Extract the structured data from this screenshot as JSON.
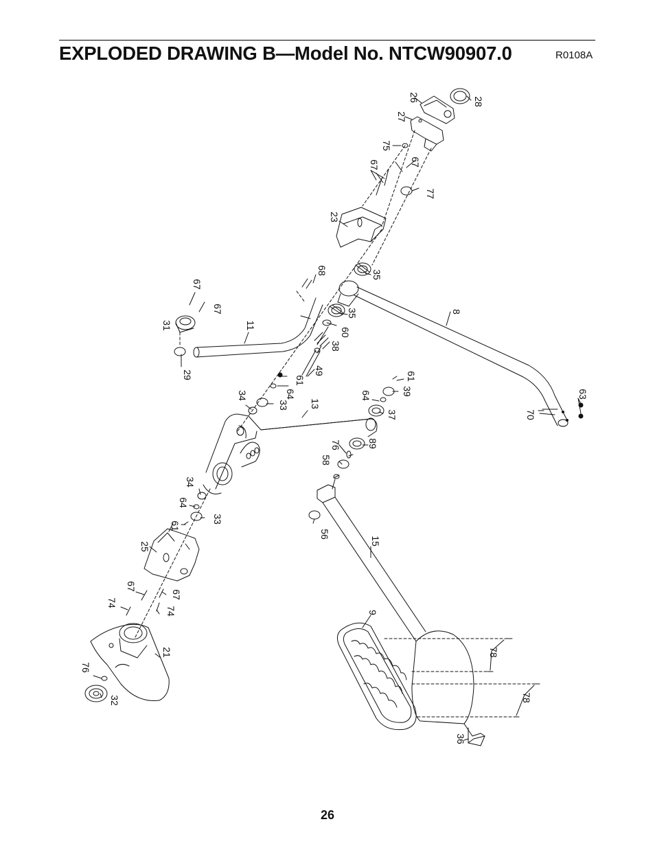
{
  "header": {
    "title": "EXPLODED DRAWING B—Model No. NTCW90907.0",
    "code": "R0108A"
  },
  "page_number": "26",
  "labels": [
    "26",
    "28",
    "27",
    "75",
    "67",
    "67",
    "77",
    "23",
    "68",
    "35",
    "67",
    "67",
    "31",
    "11",
    "35",
    "60",
    "8",
    "29",
    "38",
    "49",
    "61",
    "64",
    "34",
    "33",
    "13",
    "61",
    "39",
    "64",
    "37",
    "70",
    "63",
    "76",
    "89",
    "58",
    "34",
    "64",
    "33",
    "61",
    "25",
    "56",
    "15",
    "67",
    "67",
    "74",
    "74",
    "21",
    "9",
    "76",
    "78",
    "32",
    "78",
    "36"
  ]
}
